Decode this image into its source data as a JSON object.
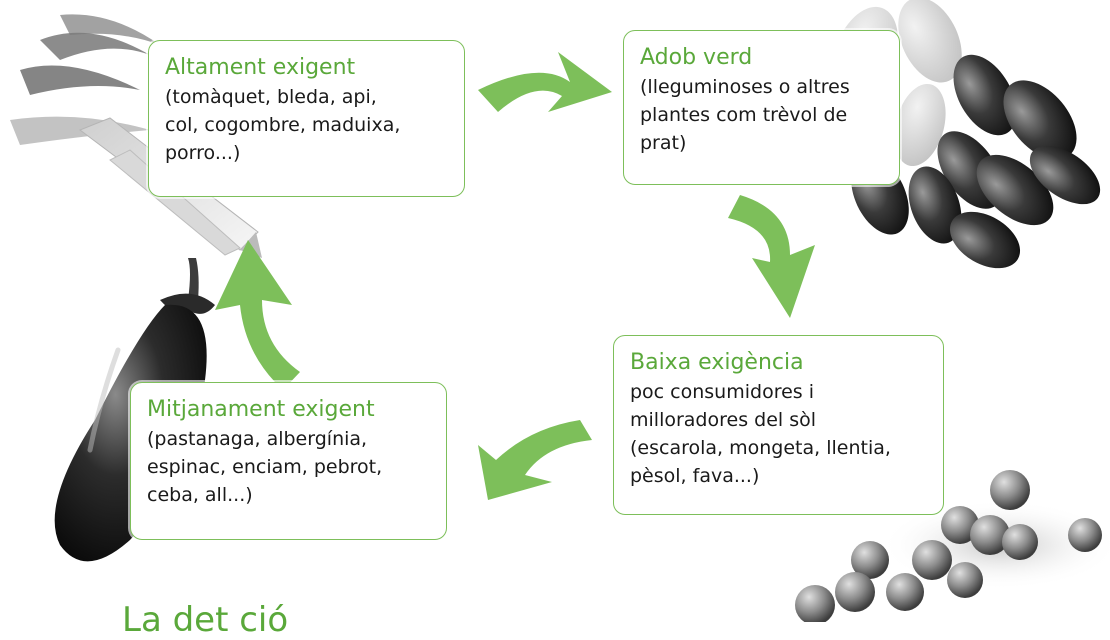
{
  "cycle": {
    "stages": [
      {
        "id": "altament",
        "title": "Altament exigent",
        "lines": [
          "(tomàquet, bleda, api,",
          "col, cogombre, maduixa,",
          "porro...)"
        ]
      },
      {
        "id": "adob",
        "title": "Adob verd",
        "lines": [
          "(lleguminoses o altres",
          "plantes com trèvol de",
          "prat)"
        ]
      },
      {
        "id": "baixa",
        "title": "Baixa exigència",
        "lines": [
          "poc consumidores i",
          "milloradores del sòl",
          "(escarola, mongeta, llentia,",
          "pèsol, fava...)"
        ]
      },
      {
        "id": "mitjanament",
        "title": "Mitjanament exigent",
        "lines": [
          "(pastanaga, albergínia,",
          "espinac, enciam, pebrot,",
          "ceba, all...)"
        ]
      }
    ],
    "arrow_color": "#7dbf5a",
    "accent_color": "#5aa83a"
  },
  "footer": {
    "partial_heading": "La det   ció"
  },
  "illustrations": {
    "top_left": "celery-image",
    "top_right": "kidney-beans-image",
    "bottom_left": "eggplant-image",
    "bottom_right": "peas-image"
  }
}
